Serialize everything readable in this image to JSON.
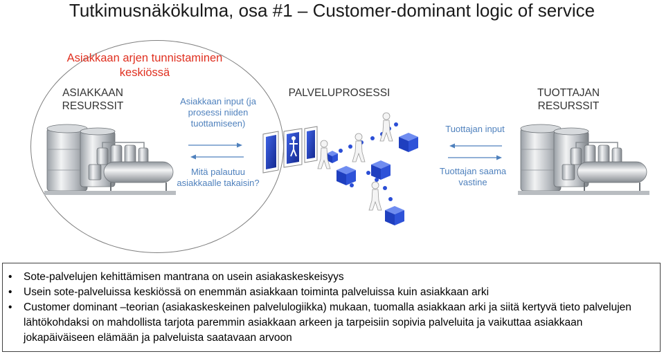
{
  "title": "Tutkimusnäkökulma, osa #1 – Customer-dominant logic of service",
  "focus_label": "Asiakkaan arjen tunnistaminen keskiössä",
  "customer": {
    "heading": "ASIAKKAAN RESURSSIT",
    "input_note": "Asiakkaan input (ja prosessi niiden tuottamiseen)",
    "return_note": "Mitä palautuu asiakkaalle takaisin?"
  },
  "process": {
    "heading": "PALVELUPROSESSI"
  },
  "provider": {
    "heading": "TUOTTAJAN RESURSSIT",
    "input_note": "Tuottajan input",
    "return_note": "Tuottajan saama vastine"
  },
  "bullets": [
    "Sote-palvelujen kehittämisen mantrana on usein asiakaskeskeisyys",
    "Usein sote-palveluissa keskiössä on enemmän asiakkaan toiminta palveluissa kuin asiakkaan arki",
    "Customer dominant –teorian (asiakaskeskeinen palvelulogiikka) mukaan, tuomalla asiakkaan arki ja siitä kertyvä tieto palvelujen lähtökohdaksi on mahdollista tarjota paremmin asiakkaan arkeen ja tarpeisiin sopivia palveluita ja vaikuttaa asiakkaan jokapäiväiseen elämään ja palveluista saatavaan arvoon"
  ],
  "colors": {
    "accent_red": "#e03020",
    "note_blue": "#4f81bd",
    "door_blue": "#1f3fbf"
  }
}
